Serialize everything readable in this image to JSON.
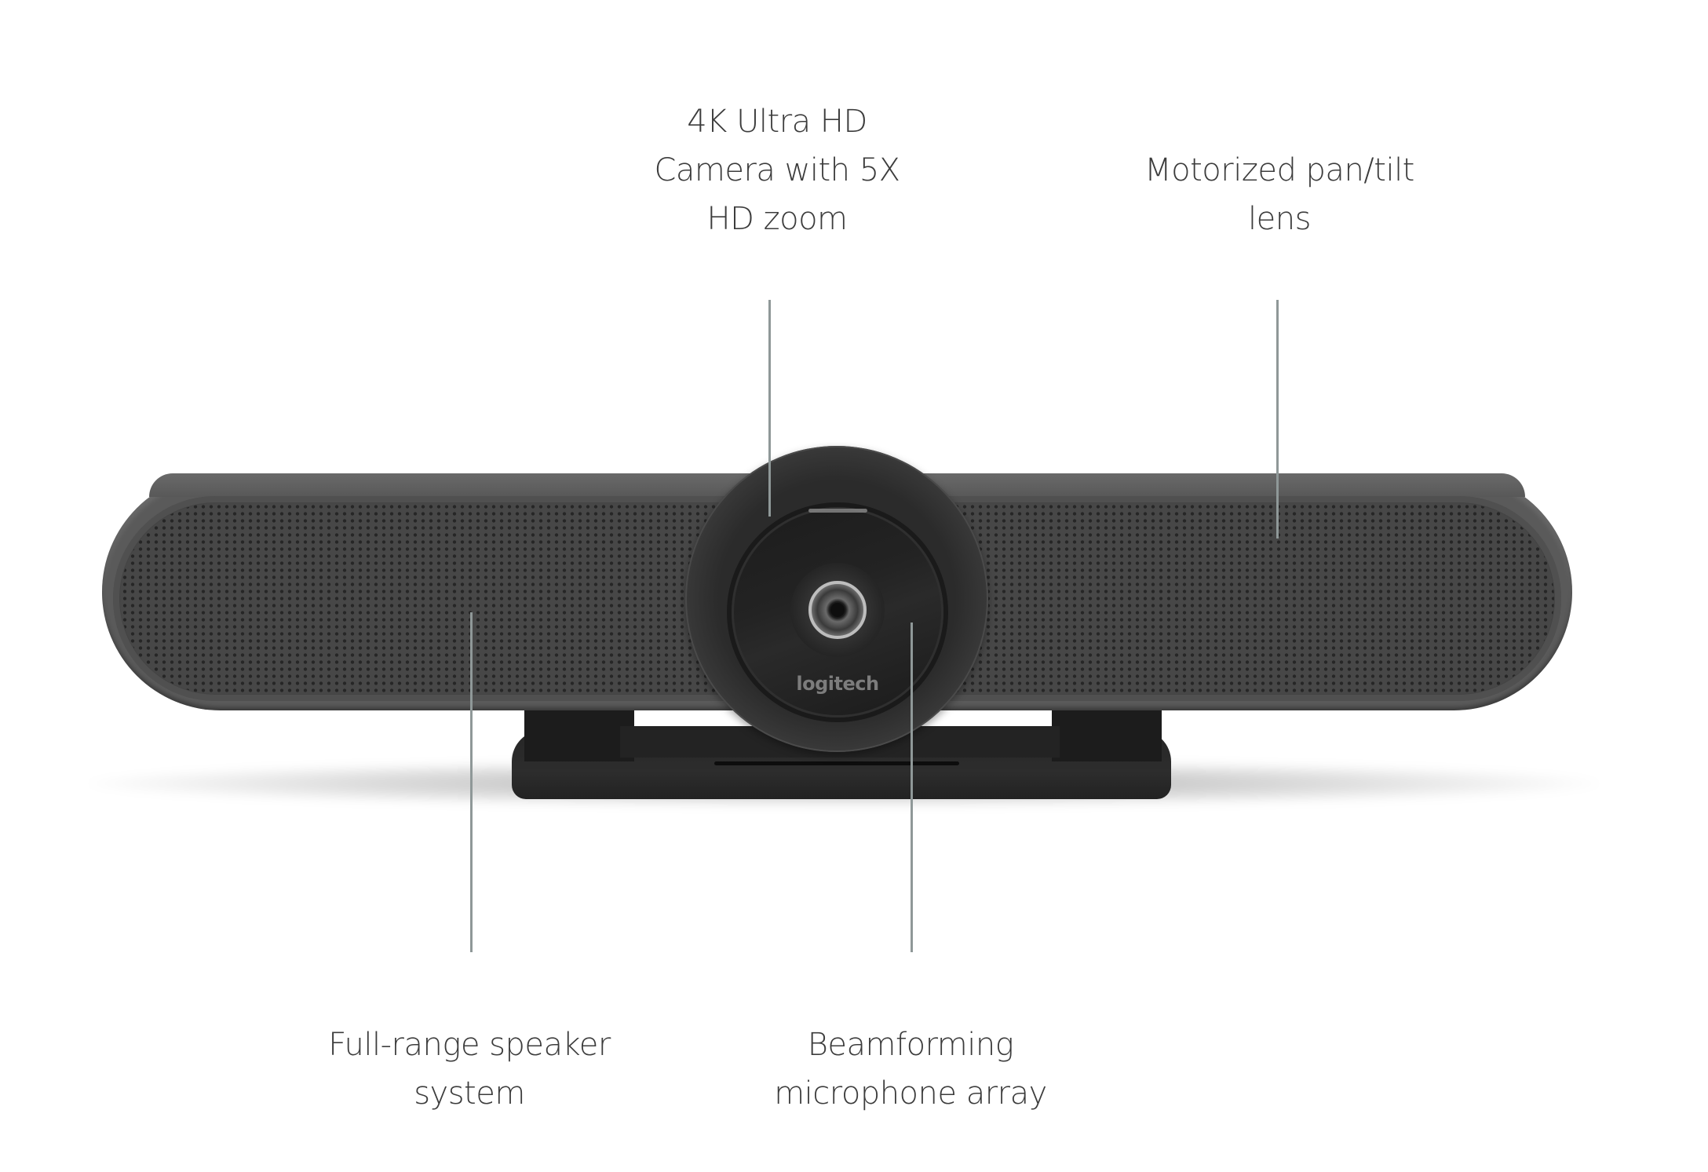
{
  "callouts": {
    "camera": {
      "lines": [
        "4K Ultra HD",
        "Camera with 5X",
        "HD zoom"
      ]
    },
    "pan_tilt": {
      "lines": [
        "Motorized pan/tilt",
        "lens"
      ]
    },
    "speaker": {
      "lines": [
        "Full-range speaker",
        "system"
      ]
    },
    "microphone": {
      "lines": [
        "Beamforming",
        "microphone array"
      ]
    }
  },
  "device": {
    "brand_logo": "logitech",
    "body_color": "#5a5a5a",
    "grille_color": "#474747",
    "stand_color": "#262626",
    "leader_line_color": "#8f9898"
  }
}
